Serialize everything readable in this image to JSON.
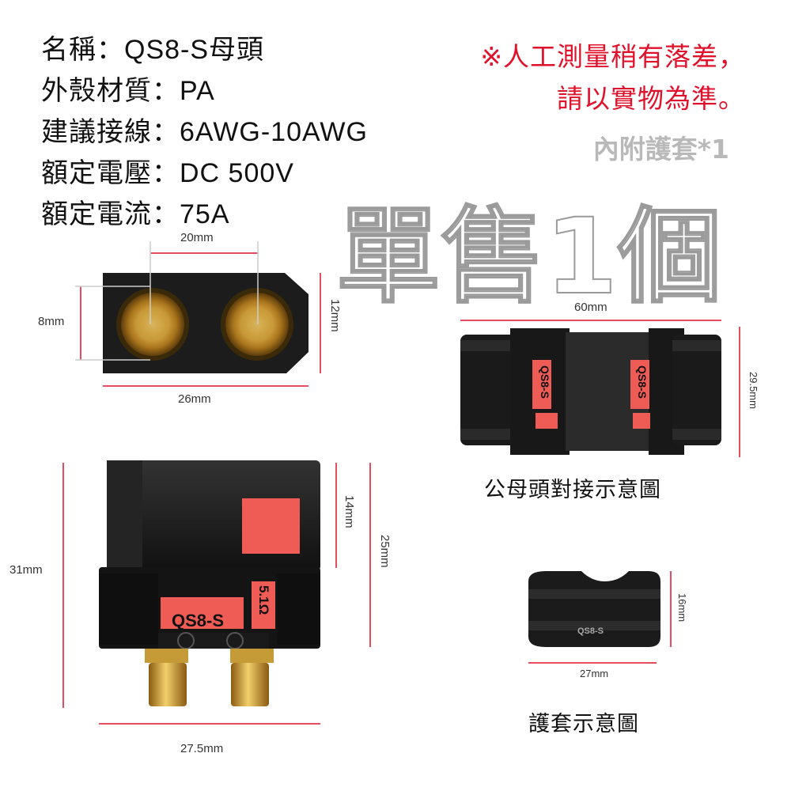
{
  "specs": [
    {
      "label": "名稱：",
      "value": "QS8-S母頭"
    },
    {
      "label": "外殼材質：",
      "value": "PA"
    },
    {
      "label": "建議接線：",
      "value": "6AWG-10AWG"
    },
    {
      "label": "額定電壓：",
      "value": "DC 500V"
    },
    {
      "label": "額定電流：",
      "value": "75A"
    }
  ],
  "note_line1": "※人工測量稍有落差，",
  "note_line2": "請以實物為準。",
  "included": "內附護套*1",
  "sold_single": "單售1個",
  "dims_top": {
    "width_20": "20mm",
    "height_8": "8mm",
    "height_12": "12mm",
    "width_26": "26mm"
  },
  "dims_mated": {
    "width_60": "60mm",
    "height_29": "29.5mm"
  },
  "dims_side": {
    "height_14": "14mm",
    "height_25": "25mm",
    "height_31": "31mm",
    "width_27": "27.5mm"
  },
  "dims_sleeve": {
    "height_16": "16mm",
    "width_27": "27mm"
  },
  "product_labels": {
    "model": "QS8-S",
    "resistor": "5.1Ω",
    "sleeve_text": "QS8-S"
  },
  "captions": {
    "mated": "公母頭對接示意圖",
    "sleeve": "護套示意圖"
  },
  "colors": {
    "red": "#e0112b",
    "label_bg": "#ef5b55",
    "body": "#1d1d1d",
    "gold": "#d4a53a"
  }
}
